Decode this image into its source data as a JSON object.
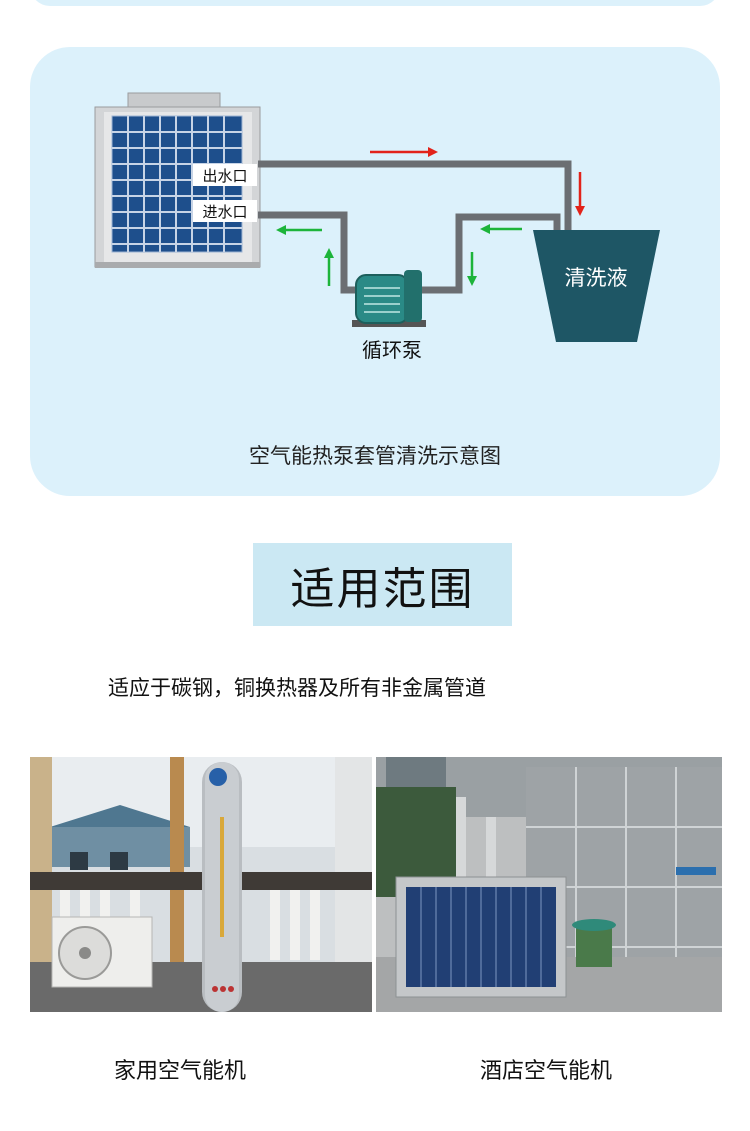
{
  "diagram": {
    "outlet_label": "出水口",
    "inlet_label": "进水口",
    "tank_label": "清洗液",
    "pump_label": "循环泵",
    "caption": "空气能热泵套管清洗示意图",
    "colors": {
      "pipe": "#6b6e72",
      "arrow_red": "#e2231a",
      "arrow_green": "#1db43a",
      "tank": "#1e5665",
      "card_bg": "#dcf1fb"
    }
  },
  "section": {
    "title": "适用范围",
    "description": "适应于碳钢，铜换热器及所有非金属管道"
  },
  "photos": [
    {
      "label": "家用空气能机",
      "icon": "household-heat-pump-photo"
    },
    {
      "label": "酒店空气能机",
      "icon": "hotel-heat-pump-photo"
    }
  ]
}
